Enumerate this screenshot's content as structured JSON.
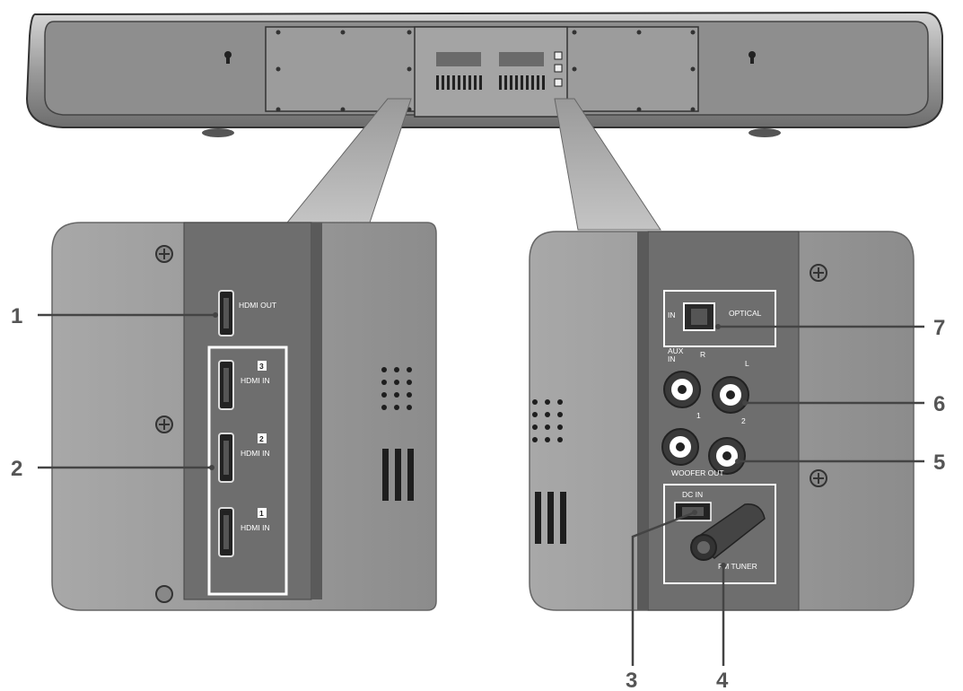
{
  "left_panel": {
    "hdmi_out_label": "HDMI OUT",
    "hdmi_in": [
      {
        "number": "3",
        "label": "HDMI IN"
      },
      {
        "number": "2",
        "label": "HDMI IN"
      },
      {
        "number": "1",
        "label": "HDMI IN"
      }
    ]
  },
  "right_panel": {
    "optical_in": "IN",
    "optical_label": "OPTICAL",
    "aux_in": "AUX\nIN",
    "aux_r": "R",
    "aux_l": "L",
    "jack_1": "1",
    "jack_2": "2",
    "woofer_out": "WOOFER OUT",
    "dc_in": "DC IN",
    "fm_tuner": "FM TUNER"
  },
  "callouts": [
    "1",
    "2",
    "3",
    "4",
    "5",
    "6",
    "7"
  ]
}
